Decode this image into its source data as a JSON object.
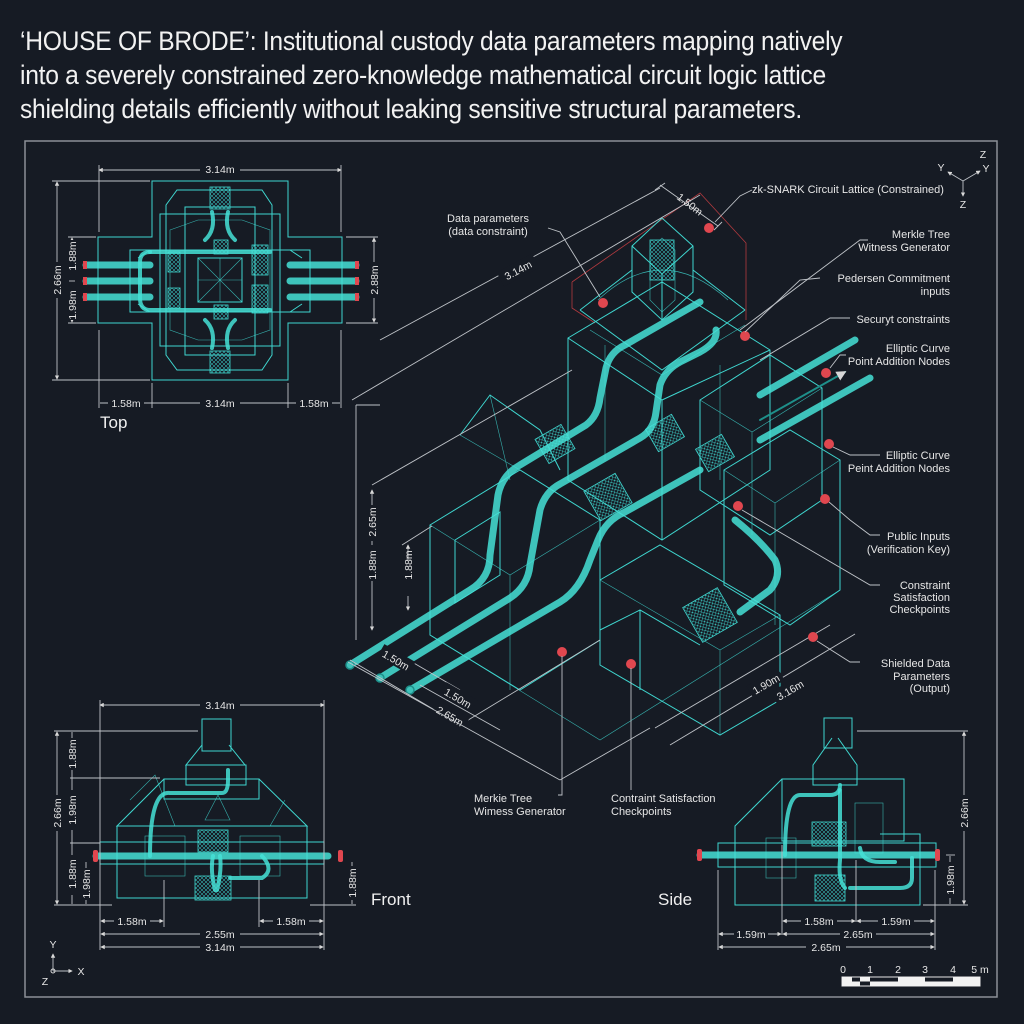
{
  "title": {
    "lines": [
      "‘HOUSE OF BRODE’: Institutional custody data parameters mapping natively",
      "into a severely constrained zero-knowledge mathematical circuit logic lattice",
      "shielding details efficiently without leaking sensitive structural parameters."
    ]
  },
  "colors": {
    "background": "#161b24",
    "wireframe": "#3fd6cf",
    "dimension_lines": "#bfc3c8",
    "callout_dots": "#e0474f",
    "text": "#e6e6e6"
  },
  "views": {
    "top": {
      "label": "Top",
      "dims": {
        "width_top": "3.14m",
        "height_left": "2.66m",
        "inner_upper": "1.88m",
        "inner_lower": "1.98m",
        "height_right": "2.88m",
        "bottom_left": "1.58m",
        "bottom_mid": "3.14m",
        "bottom_right": "1.58m"
      }
    },
    "front": {
      "label": "Front",
      "dims": {
        "width_top": "3.14m",
        "height_total": "2.66m",
        "seg_1": "1.88m",
        "seg_2": "1.98m",
        "seg_3": "1.88m",
        "seg_4": "1.98m",
        "right_height": "1.88m",
        "bottom_left": "1.58m",
        "bottom_right": "1.58m",
        "bottom_mid": "2.55m",
        "bottom_total": "3.14m"
      },
      "axes": {
        "y": "Y",
        "x": "X",
        "z": "Z"
      }
    },
    "side": {
      "label": "Side",
      "dims": {
        "height_total": "2.66m",
        "right_height": "1.98m",
        "upper_left": "1.58m",
        "upper_right": "1.59m",
        "lower_left": "1.59m",
        "lower_mid": "2.65m",
        "bottom_total": "2.65m"
      }
    },
    "iso": {
      "axes": {
        "z_top": "Z",
        "y_left": "Y",
        "y_right": "Y",
        "z_bottom": "Z"
      },
      "dims": {
        "top_length": "3.14m",
        "top_depth": "1.50m",
        "height_outer": "2.65m",
        "height_mid": "1.88m",
        "height_inner": "1.88m",
        "front_1": "1.50m",
        "front_2": "1.50m",
        "front_total": "2.65m",
        "right_1": "1.90m",
        "right_2": "3.16m"
      },
      "callouts": [
        {
          "id": "zk-snark-lattice",
          "text": [
            "zk-SNARK Circuit Lattice (Constrained)"
          ]
        },
        {
          "id": "data-parameters",
          "text": [
            "Data parameters",
            "(data constraint)"
          ]
        },
        {
          "id": "merkle-tree-top",
          "text": [
            "Merkle Tree",
            "Witness Generator"
          ]
        },
        {
          "id": "pedersen",
          "text": [
            "Pedersen Commitment",
            "inputs"
          ]
        },
        {
          "id": "security",
          "text": [
            "Securyt constraints"
          ]
        },
        {
          "id": "elliptic-1",
          "text": [
            "Elliptic Curve",
            "Point Addition Nodes"
          ]
        },
        {
          "id": "elliptic-2",
          "text": [
            "Elliptic Curve",
            "Peint Addition Nodes"
          ]
        },
        {
          "id": "public-inputs",
          "text": [
            "Public Inputs",
            "(Verification Key)"
          ]
        },
        {
          "id": "constraint-checkpoints",
          "text": [
            "Constraint",
            "Satisfaction",
            "Checkpoints"
          ]
        },
        {
          "id": "shielded-output",
          "text": [
            "Shielded Data",
            "Parameters",
            "(Output)"
          ]
        },
        {
          "id": "merkle-tree-bottom",
          "text": [
            "Merkie Tree",
            "Wimess Generator"
          ]
        },
        {
          "id": "contraint-bottom",
          "text": [
            "Contraint Satisfaction",
            "Checkpoints"
          ]
        }
      ]
    }
  },
  "scale_bar": {
    "ticks": [
      "0",
      "1",
      "2",
      "3",
      "4",
      "5 m"
    ]
  }
}
